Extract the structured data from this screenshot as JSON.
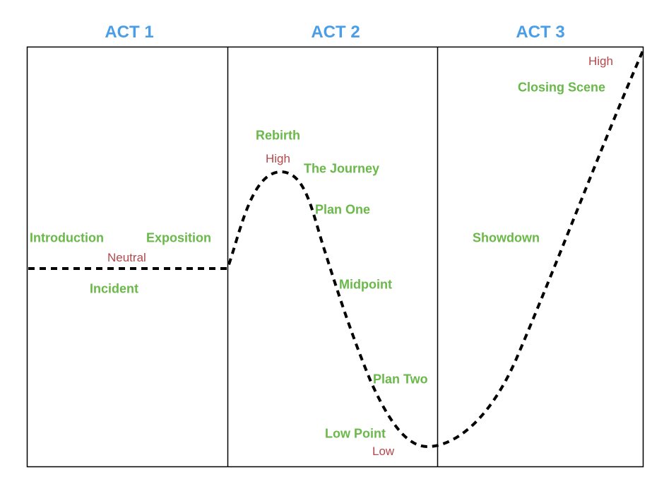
{
  "acts": [
    "ACT 1",
    "ACT 2",
    "ACT 3"
  ],
  "beats": {
    "introduction": "Introduction",
    "exposition": "Exposition",
    "incident": "Incident",
    "rebirth": "Rebirth",
    "the_journey": "The Journey",
    "plan_one": "Plan One",
    "midpoint": "Midpoint",
    "plan_two": "Plan Two",
    "low_point": "Low Point",
    "showdown": "Showdown",
    "closing_scene": "Closing Scene"
  },
  "levels": {
    "neutral": "Neutral",
    "high_act2": "High",
    "low": "Low",
    "high_act3": "High"
  },
  "colors": {
    "act": "#4a9ee8",
    "beat": "#6ab84a",
    "level": "#b5484a"
  }
}
